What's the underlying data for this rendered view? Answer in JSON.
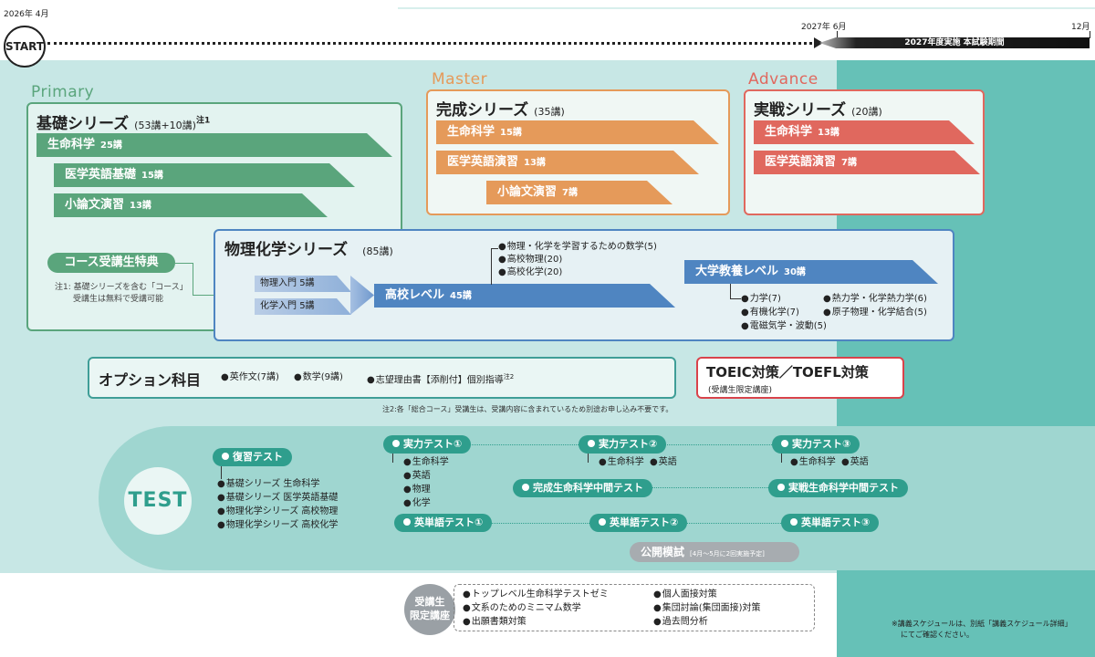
{
  "timeline": {
    "start_date": "2026年 4月",
    "start_label": "START",
    "exam_start": "2027年 6月",
    "exam_end": "12月",
    "exam_period": "2027年度実施 本試験期間"
  },
  "sections": {
    "primary": "Primary",
    "master": "Master",
    "advance": "Advance"
  },
  "kiso": {
    "title": "基礎シリーズ",
    "count": "(53講+10講)",
    "note_mark": "注1",
    "items": [
      {
        "label": "生命科学",
        "count": "25講"
      },
      {
        "label": "医学英語基礎",
        "count": "15講"
      },
      {
        "label": "小論文演習",
        "count": "13講"
      }
    ]
  },
  "kansei": {
    "title": "完成シリーズ",
    "count": "(35講)",
    "items": [
      {
        "label": "生命科学",
        "count": "15講"
      },
      {
        "label": "医学英語演習",
        "count": "13講"
      },
      {
        "label": "小論文演習",
        "count": "7講"
      }
    ]
  },
  "jissen": {
    "title": "実戦シリーズ",
    "count": "(20講)",
    "items": [
      {
        "label": "生命科学",
        "count": "13講"
      },
      {
        "label": "医学英語演習",
        "count": "7講"
      }
    ]
  },
  "course_benefit": {
    "label": "コース受講生特典",
    "note_line1": "注1: 基礎シリーズを含む「コース」",
    "note_line2": "受講生は無料で受講可能"
  },
  "butsuri": {
    "title": "物理化学シリーズ",
    "count": "(85講)",
    "intro1": {
      "label": "物理入門",
      "count": "5講"
    },
    "intro2": {
      "label": "化学入門",
      "count": "5講"
    },
    "high_school": {
      "label": "高校レベル",
      "count": "45講"
    },
    "high_school_items": [
      "物理・化学を学習するための数学(5)",
      "高校物理(20)",
      "高校化学(20)"
    ],
    "university": {
      "label": "大学教養レベル",
      "count": "30講"
    },
    "university_items": [
      "力学(7)",
      "熱力学・化学熱力学(6)",
      "有機化学(7)",
      "原子物理・化学結合(5)",
      "電磁気学・波動(5)"
    ]
  },
  "option": {
    "title": "オプション科目",
    "items": [
      "英作文(7講)",
      "数学(9講)",
      "志望理由書【添削付】個別指導"
    ],
    "note_mark": "注2",
    "footnote": "注2:各「総合コース」受講生は、受講内容に含まれているため別途お申し込み不要です。"
  },
  "toeic": {
    "title": "TOEIC対策／TOEFL対策",
    "sub": "(受講生限定講座)"
  },
  "test": {
    "label": "TEST",
    "review": {
      "label": "復習テスト",
      "items": [
        "基礎シリーズ 生命科学",
        "基礎シリーズ 医学英語基礎",
        "物理化学シリーズ 高校物理",
        "物理化学シリーズ 高校化学"
      ]
    },
    "jitsuryoku": [
      {
        "label": "実力テスト①",
        "items": [
          "生命科学",
          "英語",
          "物理",
          "化学"
        ]
      },
      {
        "label": "実力テスト②",
        "items": [
          "生命科学",
          "英語"
        ]
      },
      {
        "label": "実力テスト③",
        "items": [
          "生命科学",
          "英語"
        ]
      }
    ],
    "midterm": [
      "完成生命科学中間テスト",
      "実戦生命科学中間テスト"
    ],
    "vocab": [
      "英単語テスト①",
      "英単語テスト②",
      "英単語テスト③"
    ],
    "mock": {
      "label": "公開模試",
      "note": "[4月～5月に2回実施予定]"
    }
  },
  "limited": {
    "badge_line1": "受講生",
    "badge_line2": "限定講座",
    "items_left": [
      "トップレベル生命科学テストゼミ",
      "文系のためのミニマム数学",
      "出願書類対策"
    ],
    "items_right": [
      "個人面接対策",
      "集団討論(集団面接)対策",
      "過去問分析"
    ]
  },
  "footer_note": {
    "line1": "※講義スケジュールは、別紙「講義スケジュール詳細」",
    "line2": "にてご確認ください。"
  }
}
